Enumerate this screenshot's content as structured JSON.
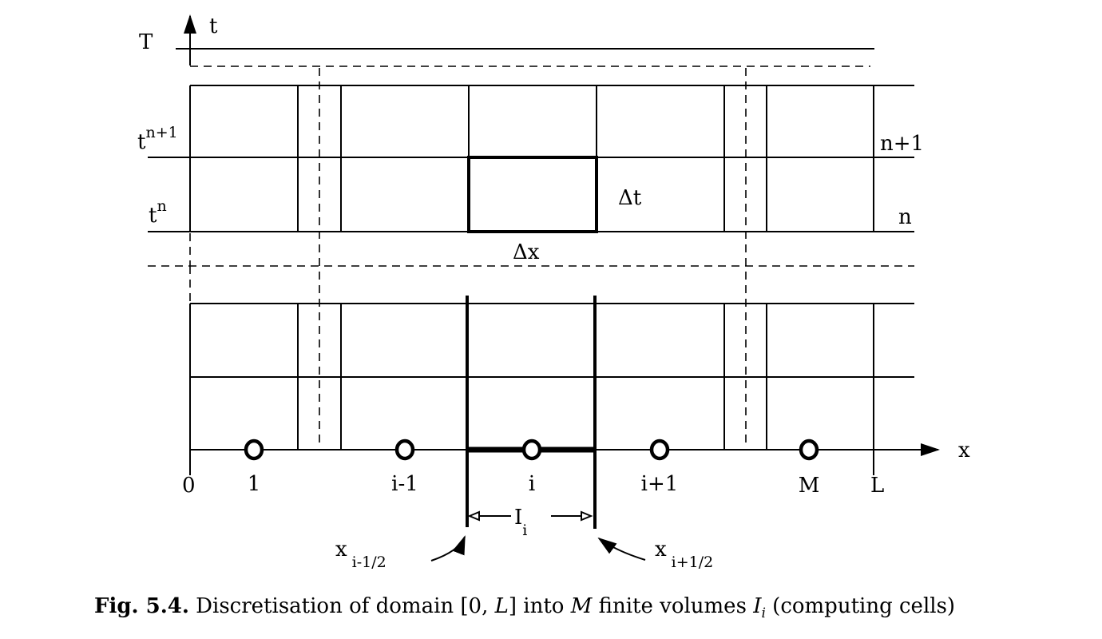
{
  "labels": {
    "T": "T",
    "t_axis": "t",
    "x_axis": "x",
    "t_n1_base": "t",
    "t_n1_sup": "n+1",
    "t_n_base": "t",
    "t_n_sup": "n",
    "row_n1": "n+1",
    "row_n": "n",
    "delta_t": "Δt",
    "delta_x": "Δx",
    "zero": "0",
    "L": "L",
    "cell_1": "1",
    "cell_im1": "i-1",
    "cell_i": "i",
    "cell_ip1": "i+1",
    "cell_M": "M",
    "I_base": "I",
    "I_sub": "i",
    "x_left_base": "x",
    "x_left_sub": "i-1/2",
    "x_right_base": "x",
    "x_right_sub": "i+1/2"
  },
  "caption": {
    "fig": "Fig. 5.4.",
    "text1": " Discretisation of domain [0, ",
    "L": "L",
    "text2": "] into ",
    "M": "M",
    "text3": " finite volumes ",
    "I": "I",
    "i": "i",
    "text4": " (computing cells)"
  }
}
